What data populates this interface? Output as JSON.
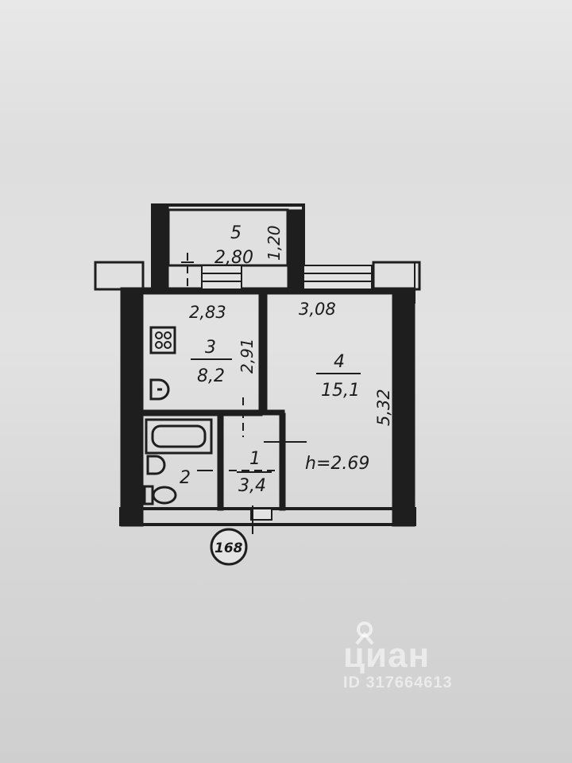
{
  "rooms": [
    {
      "number": "5",
      "area": "2,80",
      "dim": "1,20"
    },
    {
      "number": "3",
      "area": "8,2",
      "dim_w": "2,83",
      "dim_h": "2,91"
    },
    {
      "number": "4",
      "area": "15,1",
      "dim_w": "3,08",
      "dim_h": "5,32"
    },
    {
      "number": "2"
    },
    {
      "number": "1",
      "area": "3,4"
    }
  ],
  "ceiling_height": "h=2.69",
  "apartment_number": "168",
  "watermark": {
    "brand": "циан",
    "id": "ID 317664613"
  },
  "colors": {
    "ink": "#1b1b1b",
    "wall": "#1e1e1e",
    "paper": "#e0e0e0"
  }
}
